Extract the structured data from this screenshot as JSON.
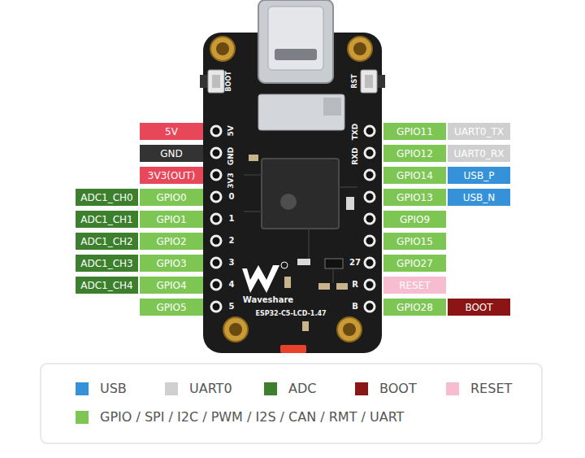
{
  "diagram": {
    "nodes": [
      {
        "text": [
          "5V"
        ]
      },
      {
        "text": [
          "GPIO11"
        ]
      },
      {
        "text": [
          "UART0_TX"
        ]
      },
      {
        "text": [
          "GND"
        ]
      },
      {
        "text": [
          "GPIO12"
        ]
      },
      {
        "text": [
          "UART0_RX"
        ]
      },
      {
        "text": [
          "3V3(OUT)"
        ]
      },
      {
        "text": [
          "GPIO14"
        ]
      },
      {
        "text": [
          "USB_P"
        ]
      },
      {
        "text": [
          "ADC1_CH0"
        ]
      },
      {
        "text": [
          "GPIO0"
        ]
      },
      {
        "text": [
          "GPIO13"
        ]
      },
      {
        "text": [
          "USB_N"
        ]
      },
      {
        "text": [
          "ADC1_CH1"
        ]
      },
      {
        "text": [
          "GPIO1"
        ]
      },
      {
        "text": [
          "GPIO9"
        ]
      },
      {
        "text": [
          "ADC1_CH2"
        ]
      },
      {
        "text": [
          "GPIO2"
        ]
      },
      {
        "text": [
          "GPIO15"
        ]
      },
      {
        "text": [
          "ADC1_CH3"
        ]
      },
      {
        "text": [
          "GPIO3"
        ]
      },
      {
        "text": [
          "GPIO27"
        ]
      },
      {
        "text": [
          "ADC1_CH4"
        ]
      },
      {
        "text": [
          "GPIO4"
        ]
      },
      {
        "text": [
          "RESET"
        ]
      },
      {
        "text": [
          "GPIO5"
        ]
      },
      {
        "text": [
          "GPIO28"
        ]
      },
      {
        "text": [
          "BOOT"
        ]
      }
    ],
    "labels": [
      "BOOT",
      "RST",
      "5V",
      "GND",
      "3V3",
      "TXD",
      "RXD",
      "0",
      "1",
      "2",
      "3",
      "27",
      "4",
      "R",
      "5",
      "B",
      "Waveshare",
      "ESP32-C5-LCD-1.47"
    ],
    "legend": [
      {
        "text": "USB",
        "color": "#3592d8"
      },
      {
        "text": "UART0",
        "color": "#cfcfcf"
      },
      {
        "text": "ADC",
        "color": "#3c7f2c"
      },
      {
        "text": "BOOT",
        "color": "#8b1414"
      },
      {
        "text": "RESET",
        "color": "#f8bcd0"
      },
      {
        "text": "GPIO / SPI / I2C / PWM / I2S / CAN / RMT / UART",
        "color": "#7dc653"
      }
    ]
  }
}
